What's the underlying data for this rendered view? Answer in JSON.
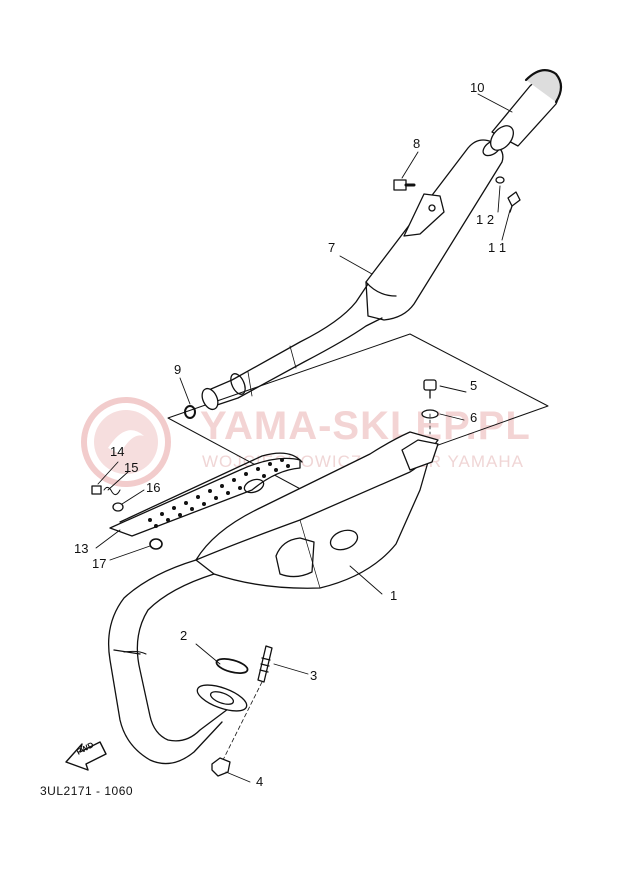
{
  "watermark": {
    "brand": "YAMA-SKLEP.PL",
    "tagline": "WOJCIECHOWICZ  DEALER YAMAHA"
  },
  "callouts": {
    "c1": "1",
    "c2": "2",
    "c3": "3",
    "c4": "4",
    "c5": "5",
    "c6": "6",
    "c7": "7",
    "c8": "8",
    "c9": "9",
    "c10": "10",
    "c11": "1 1",
    "c12": "1 2",
    "c13": "13",
    "c14": "14",
    "c15": "15",
    "c16": "16",
    "c17": "17"
  },
  "fwd_label": "FWD",
  "diagram_code": "3UL2171 - 1060"
}
